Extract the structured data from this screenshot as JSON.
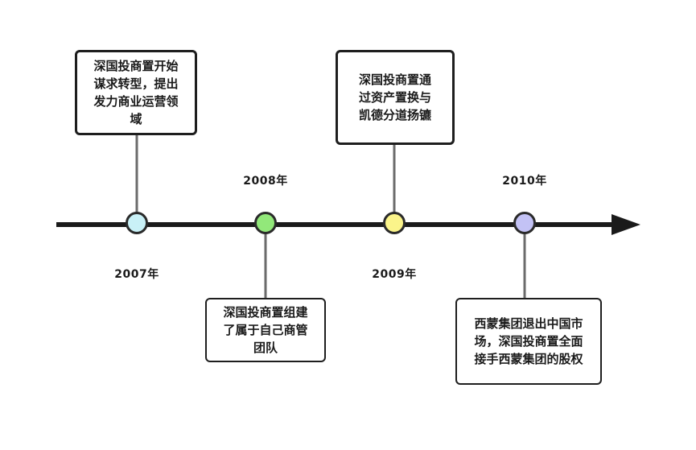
{
  "timeline": {
    "events": [
      {
        "year": "2007年",
        "text": "深国投商置开始\n谋求转型，提出\n发力商业运营领\n域",
        "dot_color": "#c9f1f7"
      },
      {
        "year": "2008年",
        "text": "深国投商置组建\n了属于自己商管\n团队",
        "dot_color": "#92e87a"
      },
      {
        "year": "2009年",
        "text": "深国投商置通\n过资产置换与\n凯德分道扬镳",
        "dot_color": "#fbf48a"
      },
      {
        "year": "2010年",
        "text": "西蒙集团退出中国市\n场，深国投商置全面\n接手西蒙集团的股权",
        "dot_color": "#c3c2f5"
      }
    ]
  },
  "colors": {
    "axis": "#1a1a1a",
    "connector": "#6b6b6b",
    "dot_outline": "#2a2a2a"
  }
}
